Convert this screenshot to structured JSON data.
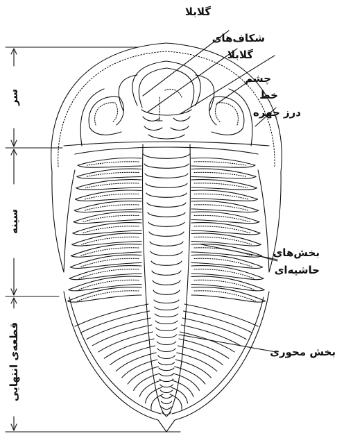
{
  "labels": {
    "glabella_top": "گلابلا",
    "glabella_furrows_1": "شکاف‌های",
    "glabella_furrows_2": "گلابلا",
    "eye": "چشم",
    "facial_suture_1": "خط",
    "facial_suture_2": "درز چهره",
    "pleural_lobes_1": "بخش‌های",
    "pleural_lobes_2": "حاشیه‌ای",
    "axial_lobe": "بخش محوری"
  },
  "body_regions": {
    "head": "سر",
    "thorax": "سینه",
    "pygidium": "قطعه‌ی انتهایی"
  },
  "colors": {
    "ink": "#111111",
    "background": "#ffffff"
  }
}
